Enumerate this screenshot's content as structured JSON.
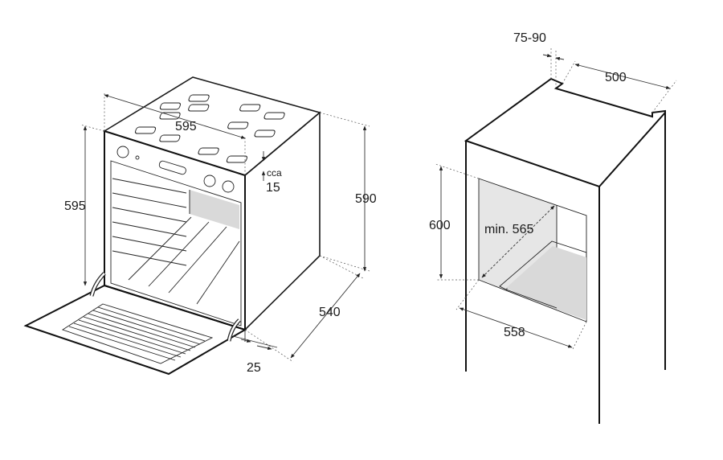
{
  "oven": {
    "width_top": "595",
    "height_front": "595",
    "height_side": "590",
    "depth": "540",
    "door_offset": "25",
    "gap_label_small": "cca",
    "gap_label_value": "15"
  },
  "niche": {
    "top_gap": "75-90",
    "top_depth": "500",
    "height": "600",
    "min_width": "min. 565",
    "width": "558"
  }
}
